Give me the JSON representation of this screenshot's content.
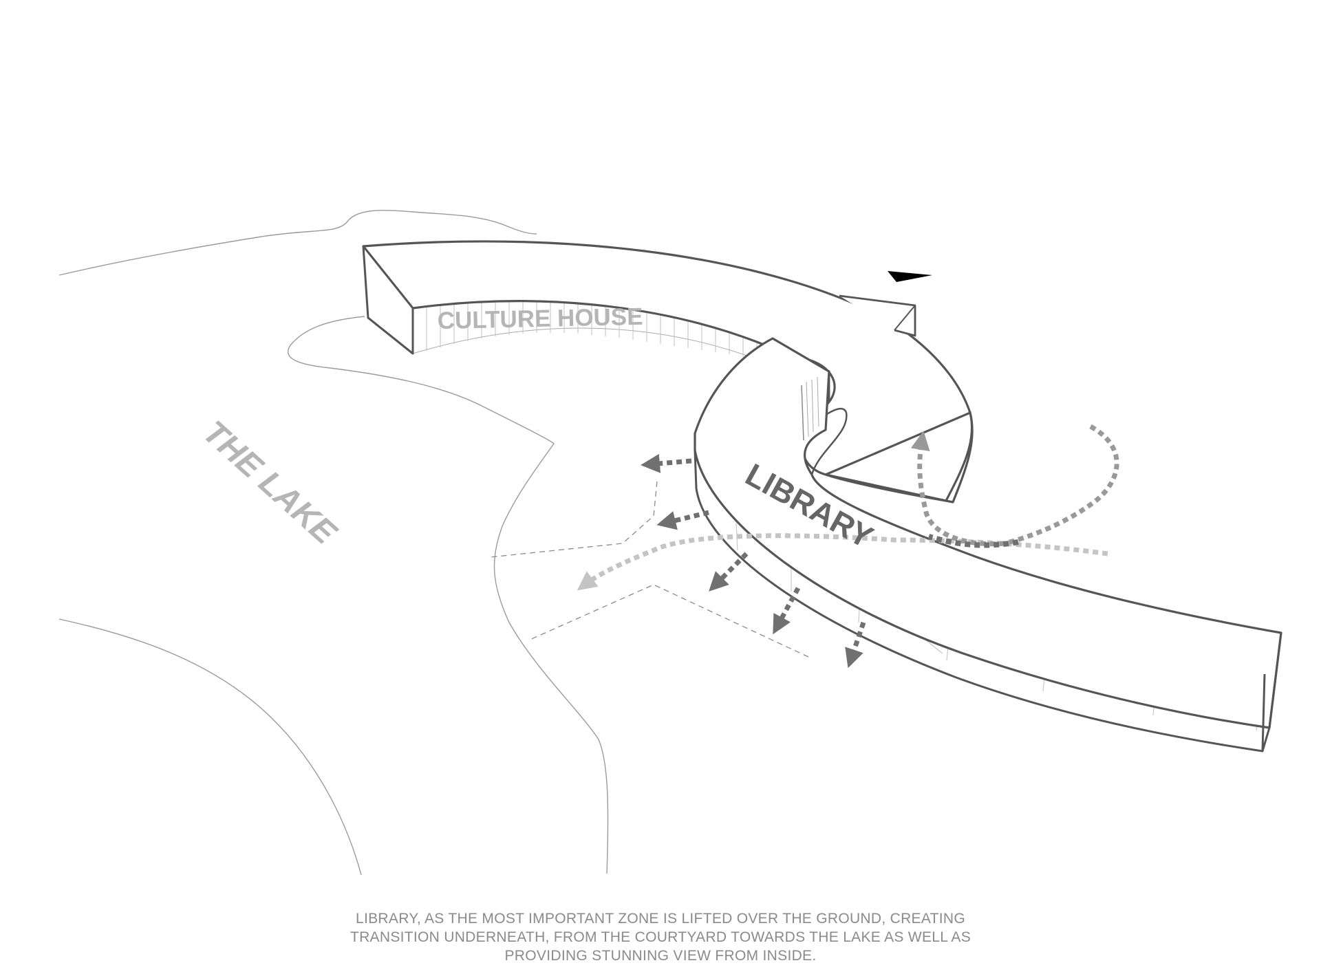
{
  "labels": {
    "culture_house": "CULTURE HOUSE",
    "library": "LIBRARY",
    "the_lake": "THE LAKE"
  },
  "caption": {
    "line1": "LIBRARY, AS THE MOST IMPORTANT ZONE IS LIFTED OVER THE GROUND, CREATING",
    "line2": "TRANSITION UNDERNEATH, FROM THE COURTYARD TOWARDS THE LAKE AS WELL AS",
    "line3": "PROVIDING STUNNING VIEW FROM INSIDE."
  },
  "colors": {
    "outline": "#555555",
    "thin_line": "#9a9a9a",
    "label_gray": "#b5b5b5",
    "library_label": "#666666",
    "arrow_dark": "#707070",
    "arrow_light": "#c4c4c4",
    "shade": "#d8d8d8",
    "caption": "#8a8a8a"
  },
  "icons": [
    "north-arrow-icon",
    "movement-arrow-icon"
  ]
}
